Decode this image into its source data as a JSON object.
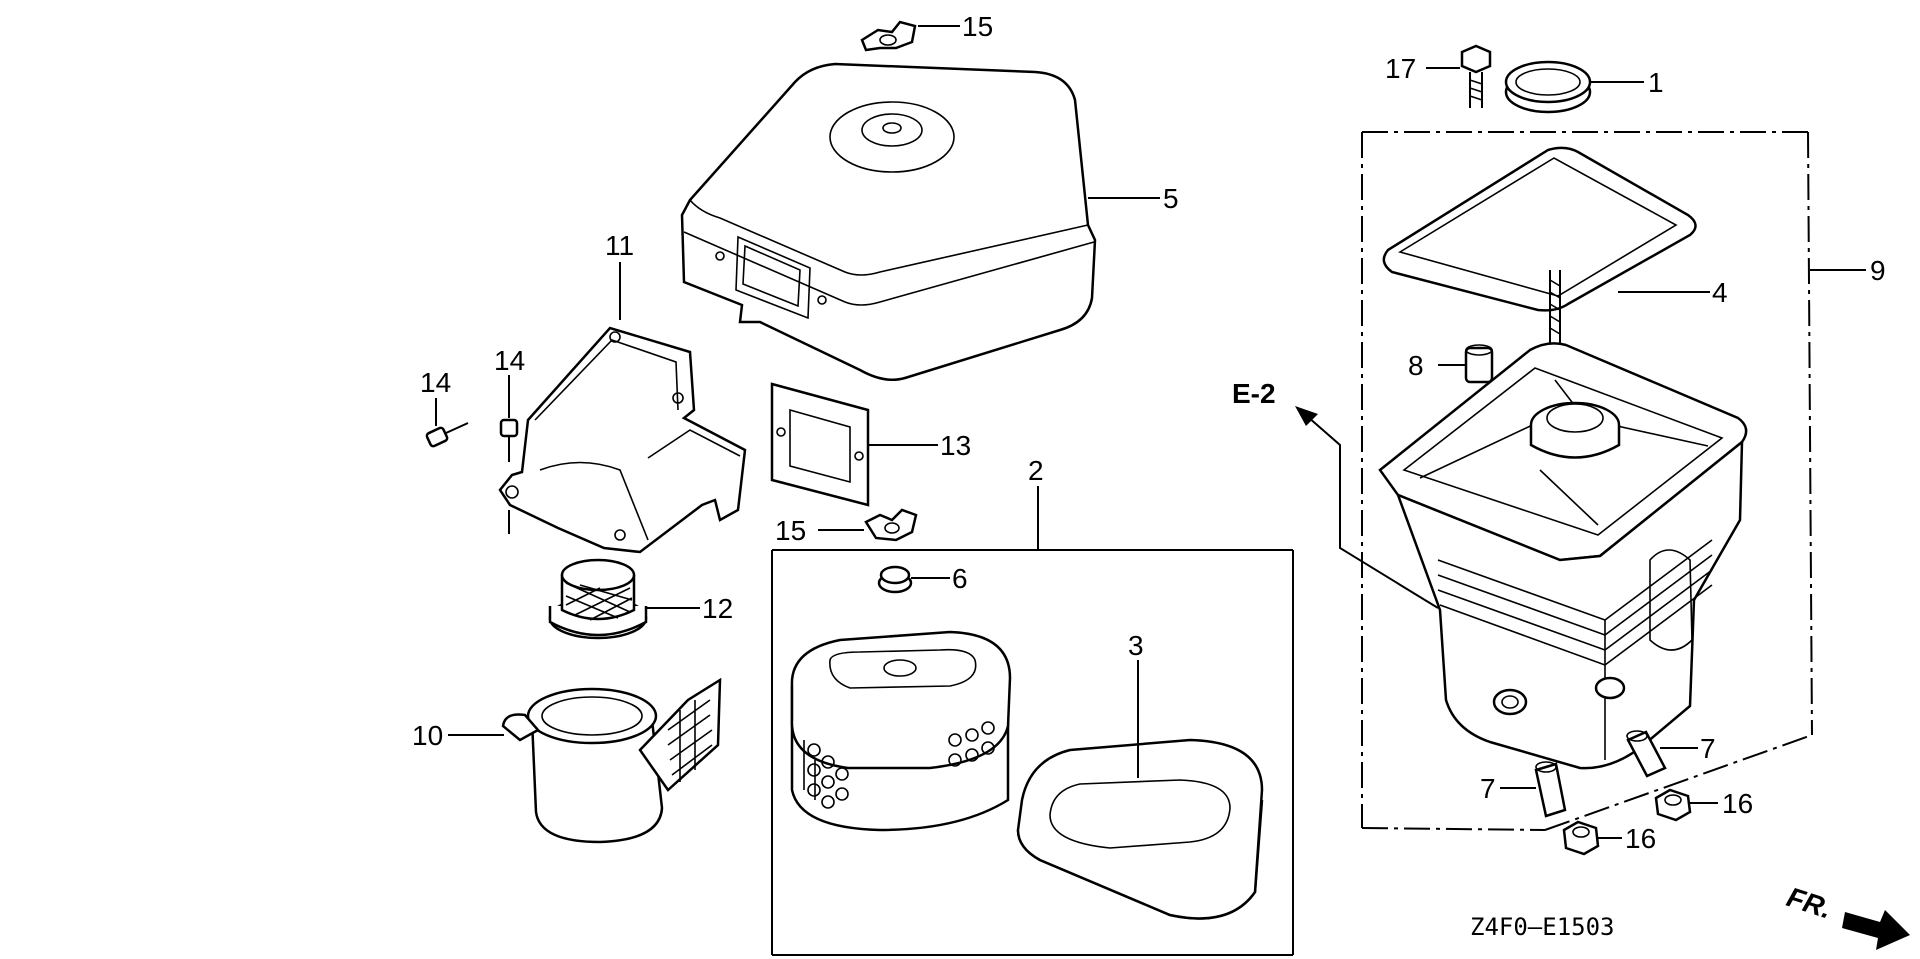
{
  "diagram": {
    "drawing_code": "Z4F0—E1503",
    "reference_label": "E-2",
    "front_label": "FR.",
    "callouts": {
      "c1": "1",
      "c2": "2",
      "c3": "3",
      "c4": "4",
      "c5": "5",
      "c6": "6",
      "c7a": "7",
      "c7b": "7",
      "c8": "8",
      "c9": "9",
      "c10": "10",
      "c11": "11",
      "c12": "12",
      "c13": "13",
      "c14a": "14",
      "c14b": "14",
      "c15a": "15",
      "c15b": "15",
      "c16a": "16",
      "c16b": "16",
      "c17": "17"
    }
  }
}
